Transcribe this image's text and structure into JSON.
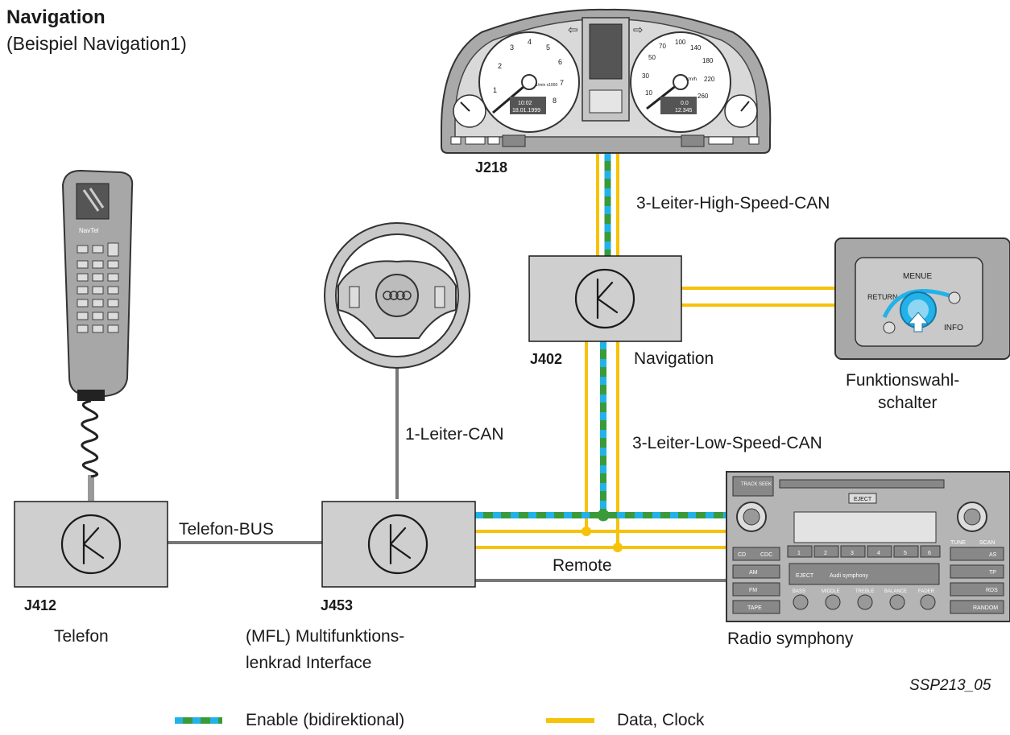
{
  "title": "Navigation",
  "subtitle": "(Beispiel Navigation1)",
  "ref_code": "SSP213_05",
  "colors": {
    "enable_green": "#3a9a3a",
    "enable_blue": "#22b2e8",
    "data_yellow": "#f6c20a",
    "wire_grey": "#777777",
    "box_fill": "#cfcfcf"
  },
  "bus_labels": {
    "high_speed": "3-Leiter-High-Speed-CAN",
    "low_speed": "3-Leiter-Low-Speed-CAN",
    "one_wire": "1-Leiter-CAN",
    "telefon_bus": "Telefon-BUS",
    "remote": "Remote"
  },
  "components": {
    "instrument": {
      "code": "J218"
    },
    "navigation": {
      "code": "J402",
      "name": "Navigation"
    },
    "telefon": {
      "code": "J412",
      "name": "Telefon"
    },
    "mfl": {
      "code": "J453",
      "name_line1": "(MFL) Multifunktions-",
      "name_line2": "lenkrad Interface"
    },
    "funktionswahl": {
      "name_line1": "Funktionswahl-",
      "name_line2": "schalter"
    },
    "radio": {
      "name": "Radio symphony"
    }
  },
  "device_text": {
    "phone_brand": "NavTel",
    "menue": "MENUE",
    "return": "RETURN",
    "info": "INFO",
    "eject": "EJECT",
    "track_seek": "TRACK SEEK",
    "audi_symphony": "Audi symphony",
    "tune": "TUNE",
    "scan": "SCAN",
    "cd": "CD",
    "cdc": "CDC",
    "am": "AM",
    "fm": "FM",
    "tape": "TAPE",
    "as": "AS",
    "tp": "TP",
    "rds": "RDS",
    "random": "RANDOM",
    "bass": "BASS",
    "middle": "MIDDLE",
    "treble": "TREBLE",
    "balance": "BALANCE",
    "fader": "FADER",
    "radio_presets": [
      "1",
      "2",
      "3",
      "4",
      "5",
      "6"
    ],
    "cluster_time": "10:02",
    "cluster_date": "18.01.1999",
    "cluster_odo_trip": "0.0",
    "cluster_odo_total": "12.345",
    "rpm_unit": "1/min x1000",
    "speed_unit": "km/h",
    "rpm_ticks": [
      "1",
      "2",
      "3",
      "4",
      "5",
      "6",
      "7",
      "8"
    ],
    "speed_ticks": [
      "10",
      "30",
      "50",
      "70",
      "100",
      "140",
      "180",
      "220",
      "260"
    ]
  },
  "legend": [
    {
      "key": "enable",
      "label": "Enable (bidirektional)"
    },
    {
      "key": "data",
      "label": "Data, Clock"
    }
  ]
}
